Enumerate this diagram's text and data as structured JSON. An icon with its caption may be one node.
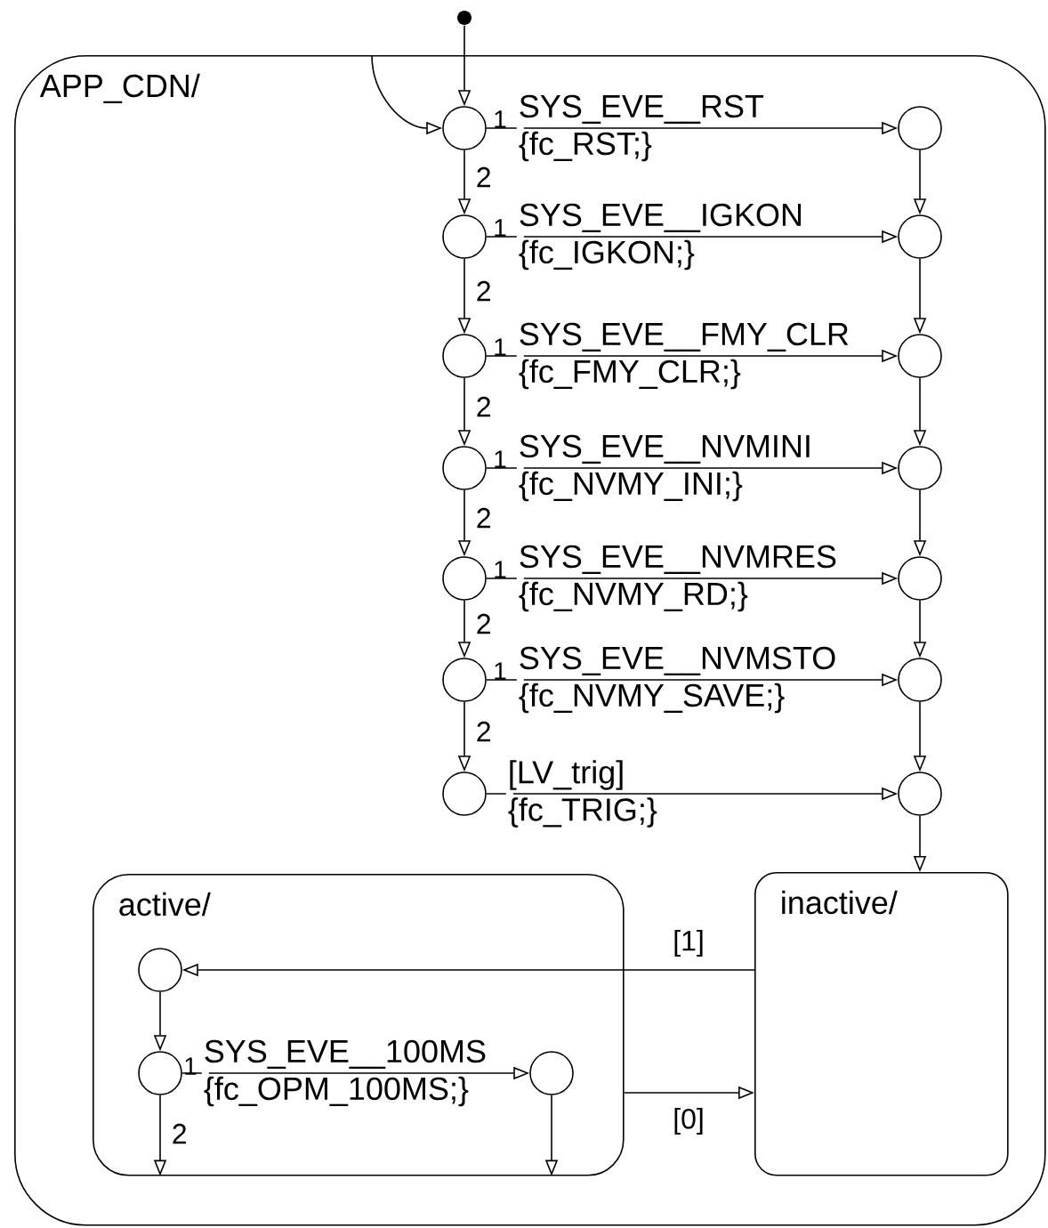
{
  "diagram": {
    "nodes": [
      {
        "text": [
          "APP_CDN/"
        ]
      },
      {
        "text": [],
        "shape": "circle",
        "in": 0
      },
      {
        "text": [],
        "shape": "circle",
        "in": 0
      },
      {
        "text": [],
        "shape": "circle",
        "in": 0
      },
      {
        "text": [],
        "shape": "circle",
        "in": 0
      },
      {
        "text": [],
        "shape": "circle",
        "in": 0
      },
      {
        "text": [],
        "shape": "circle",
        "in": 0
      },
      {
        "text": [],
        "shape": "circle",
        "in": 0
      },
      {
        "text": [],
        "shape": "circle",
        "in": 0
      },
      {
        "text": [],
        "shape": "circle",
        "in": 0
      },
      {
        "text": [],
        "shape": "circle",
        "in": 0
      },
      {
        "text": [],
        "shape": "circle",
        "in": 0
      },
      {
        "text": [],
        "shape": "circle",
        "in": 0
      },
      {
        "text": [],
        "shape": "circle",
        "in": 0
      },
      {
        "text": [],
        "shape": "circle",
        "in": 0
      },
      {
        "text": [
          "active/"
        ],
        "in": 0
      },
      {
        "text": [
          "inactive/"
        ],
        "in": 0
      },
      {
        "text": [],
        "shape": "circle",
        "in": 15
      },
      {
        "text": [],
        "shape": "circle",
        "in": 15
      },
      {
        "text": [],
        "shape": "circle",
        "in": 15
      },
      {
        "text": [],
        "shape": "dot"
      }
    ],
    "edges": [
      {
        "from": 20,
        "to": 1,
        "arrow": "to"
      },
      {
        "from": 0,
        "to": 1,
        "arrow": "to"
      },
      {
        "from": 1,
        "to": 8,
        "arrow": "to",
        "label": "SYS_EVE__RST {fc_RST;}"
      },
      {
        "from": 2,
        "to": 9,
        "arrow": "to",
        "label": "SYS_EVE__IGKON {fc_IGKON;}"
      },
      {
        "from": 3,
        "to": 10,
        "arrow": "to",
        "label": "SYS_EVE__FMY_CLR {fc_FMY_CLR;}"
      },
      {
        "from": 4,
        "to": 11,
        "arrow": "to",
        "label": "SYS_EVE__NVMINI {fc_NVMY_INI;}"
      },
      {
        "from": 5,
        "to": 12,
        "arrow": "to",
        "label": "SYS_EVE__NVMRES {fc_NVMY_RD;}"
      },
      {
        "from": 6,
        "to": 13,
        "arrow": "to",
        "label": "SYS_EVE__NVMSTO {fc_NVMY_SAVE;}"
      },
      {
        "from": 7,
        "to": 14,
        "arrow": "to",
        "label": "[LV_trig] {fc_TRIG;}"
      },
      {
        "from": 1,
        "to": 2,
        "arrow": "to",
        "label": "2"
      },
      {
        "from": 2,
        "to": 3,
        "arrow": "to",
        "label": "2"
      },
      {
        "from": 3,
        "to": 4,
        "arrow": "to",
        "label": "2"
      },
      {
        "from": 4,
        "to": 5,
        "arrow": "to",
        "label": "2"
      },
      {
        "from": 5,
        "to": 6,
        "arrow": "to",
        "label": "2"
      },
      {
        "from": 6,
        "to": 7,
        "arrow": "to",
        "label": "2"
      },
      {
        "from": 8,
        "to": 9,
        "arrow": "to"
      },
      {
        "from": 9,
        "to": 10,
        "arrow": "to"
      },
      {
        "from": 10,
        "to": 11,
        "arrow": "to"
      },
      {
        "from": 11,
        "to": 12,
        "arrow": "to"
      },
      {
        "from": 12,
        "to": 13,
        "arrow": "to"
      },
      {
        "from": 13,
        "to": 14,
        "arrow": "to"
      },
      {
        "from": 14,
        "to": 16,
        "arrow": "to"
      },
      {
        "from": 16,
        "to": 17,
        "arrow": "to",
        "label": "[1]"
      },
      {
        "from": 15,
        "to": 16,
        "arrow": "to",
        "label": "[0]"
      },
      {
        "from": 17,
        "to": 18,
        "arrow": "to"
      },
      {
        "from": 18,
        "to": 19,
        "arrow": "to",
        "label": "SYS_EVE__100MS {fc_OPM_100MS;}"
      },
      {
        "from": 18,
        "to": 15,
        "arrow": "to",
        "label": "2"
      },
      {
        "from": 19,
        "to": 15,
        "arrow": "to"
      }
    ],
    "labels": [
      "1",
      "1",
      "1",
      "1",
      "1",
      "1",
      "1"
    ]
  }
}
